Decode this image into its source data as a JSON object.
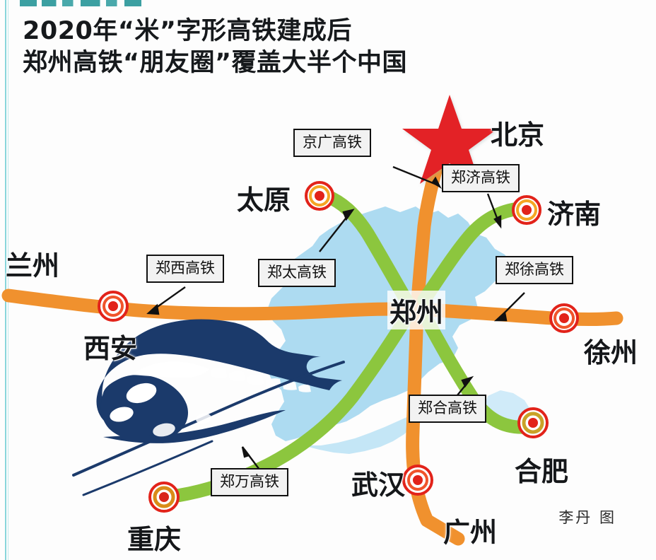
{
  "meta": {
    "kind": "infographic-map",
    "credit": "李丹 图",
    "top_cropped_banner": ""
  },
  "title": {
    "line1": "2020年“米”字形高铁建成后",
    "line2": "郑州高铁“朋友圈”覆盖大半个中国"
  },
  "colors": {
    "rail_green": "#8CC63E",
    "rail_orange": "#F0912E",
    "province_blue": "#A9D9F0",
    "star_red": "#E32227",
    "marker_red": "#E2231A",
    "marker_orange": "#F5A623",
    "train_navy": "#1B3A6B",
    "callout_border": "#111111",
    "callout_fill": "#F2F2F2",
    "title_text": "#16191C",
    "edge_teal": "#5FC7CF"
  },
  "hub": {
    "name": "郑州"
  },
  "cities": [
    {
      "id": "beijing",
      "name": "北京",
      "marker": "star"
    },
    {
      "id": "taiyuan",
      "name": "太原",
      "marker": "ring"
    },
    {
      "id": "jinan",
      "name": "济南",
      "marker": "ring"
    },
    {
      "id": "lanzhou",
      "name": "兰州",
      "marker": "none"
    },
    {
      "id": "xian",
      "name": "西安",
      "marker": "ring"
    },
    {
      "id": "xuzhou",
      "name": "徐州",
      "marker": "ring"
    },
    {
      "id": "hefei",
      "name": "合肥",
      "marker": "ring"
    },
    {
      "id": "chongqing",
      "name": "重庆",
      "marker": "ring"
    },
    {
      "id": "wuhan",
      "name": "武汉",
      "marker": "ring"
    },
    {
      "id": "guangzhou",
      "name": "广州",
      "marker": "none"
    },
    {
      "id": "zhengzhou",
      "name": "郑州",
      "marker": "hub"
    }
  ],
  "rail_lines": [
    {
      "id": "jingguang",
      "label": "京广高铁",
      "color": "#F0912E",
      "from": "北京",
      "to": "广州"
    },
    {
      "id": "zhengji",
      "label": "郑济高铁",
      "color": "#8CC63E",
      "from": "郑州",
      "to": "济南"
    },
    {
      "id": "zhengxi",
      "label": "郑西高铁",
      "color": "#F0912E",
      "from": "郑州",
      "to": "西安"
    },
    {
      "id": "zhengtai",
      "label": "郑太高铁",
      "color": "#8CC63E",
      "from": "郑州",
      "to": "太原"
    },
    {
      "id": "zhengxu",
      "label": "郑徐高铁",
      "color": "#F0912E",
      "from": "郑州",
      "to": "徐州"
    },
    {
      "id": "zhenghe",
      "label": "郑合高铁",
      "color": "#8CC63E",
      "from": "郑州",
      "to": "合肥"
    },
    {
      "id": "zhengwan",
      "label": "郑万高铁",
      "color": "#8CC63E",
      "from": "郑州",
      "to": "重庆"
    }
  ],
  "callouts": [
    {
      "id": "jingguang",
      "text": "京广高铁"
    },
    {
      "id": "zhengji",
      "text": "郑济高铁"
    },
    {
      "id": "zhengxi",
      "text": "郑西高铁"
    },
    {
      "id": "zhengtai",
      "text": "郑太高铁"
    },
    {
      "id": "zhengxu",
      "text": "郑徐高铁"
    },
    {
      "id": "zhenghe",
      "text": "郑合高铁"
    },
    {
      "id": "zhengwan",
      "text": "郑万高铁"
    }
  ],
  "illustration": {
    "name": "high-speed-train",
    "color": "#1B3A6B"
  }
}
